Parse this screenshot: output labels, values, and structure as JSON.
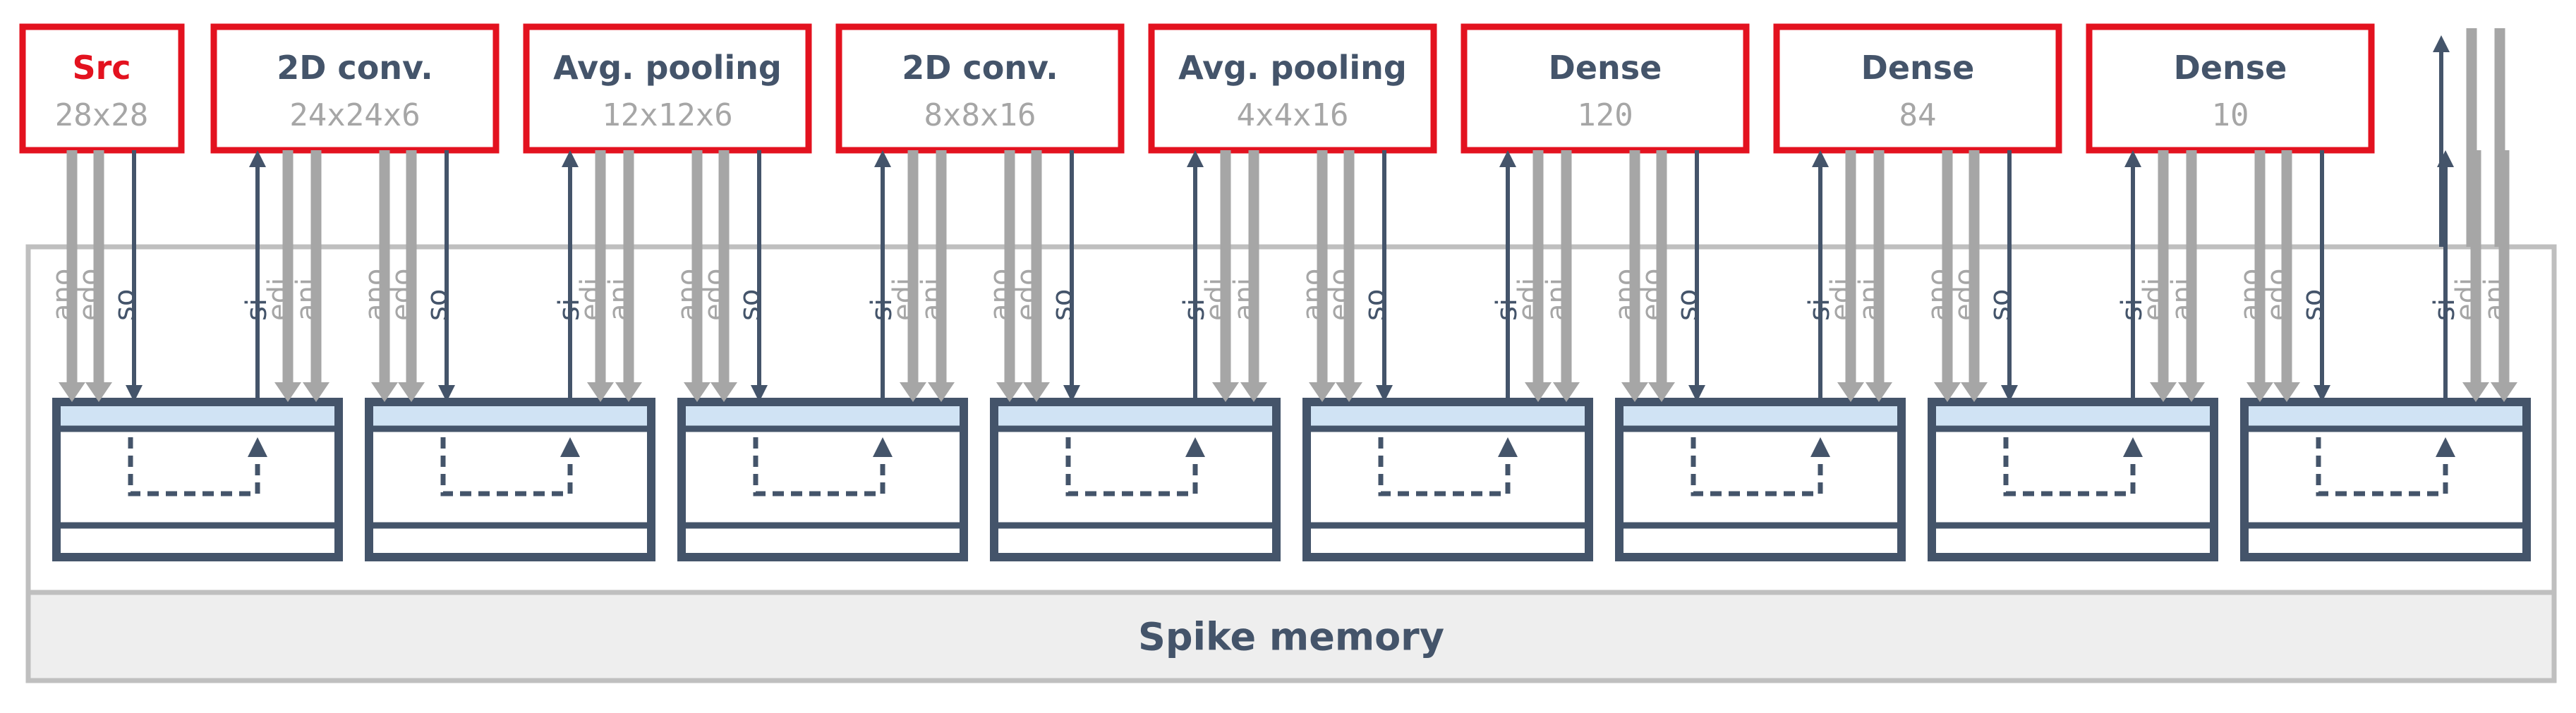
{
  "colors": {
    "accent_red": "#e3121f",
    "navy": "#44546a",
    "gray": "#a6a6a6",
    "light_blue": "#d0e3f4",
    "memory_fill": "#eeeeee",
    "memory_border": "#bfbfbf"
  },
  "layers": [
    {
      "title": "Src",
      "dims": "28x28"
    },
    {
      "title": "2D conv.",
      "dims": "24x24x6"
    },
    {
      "title": "Avg. pooling",
      "dims": "12x12x6"
    },
    {
      "title": "2D conv.",
      "dims": "8x8x16"
    },
    {
      "title": "Avg. pooling",
      "dims": "4x4x16"
    },
    {
      "title": "Dense",
      "dims": "120"
    },
    {
      "title": "Dense",
      "dims": "84"
    },
    {
      "title": "Dense",
      "dims": "10"
    }
  ],
  "ports": {
    "output": [
      "ano",
      "edo",
      "so"
    ],
    "input": [
      "si",
      "edi",
      "ani"
    ]
  },
  "memory": {
    "label": "Spike memory"
  }
}
